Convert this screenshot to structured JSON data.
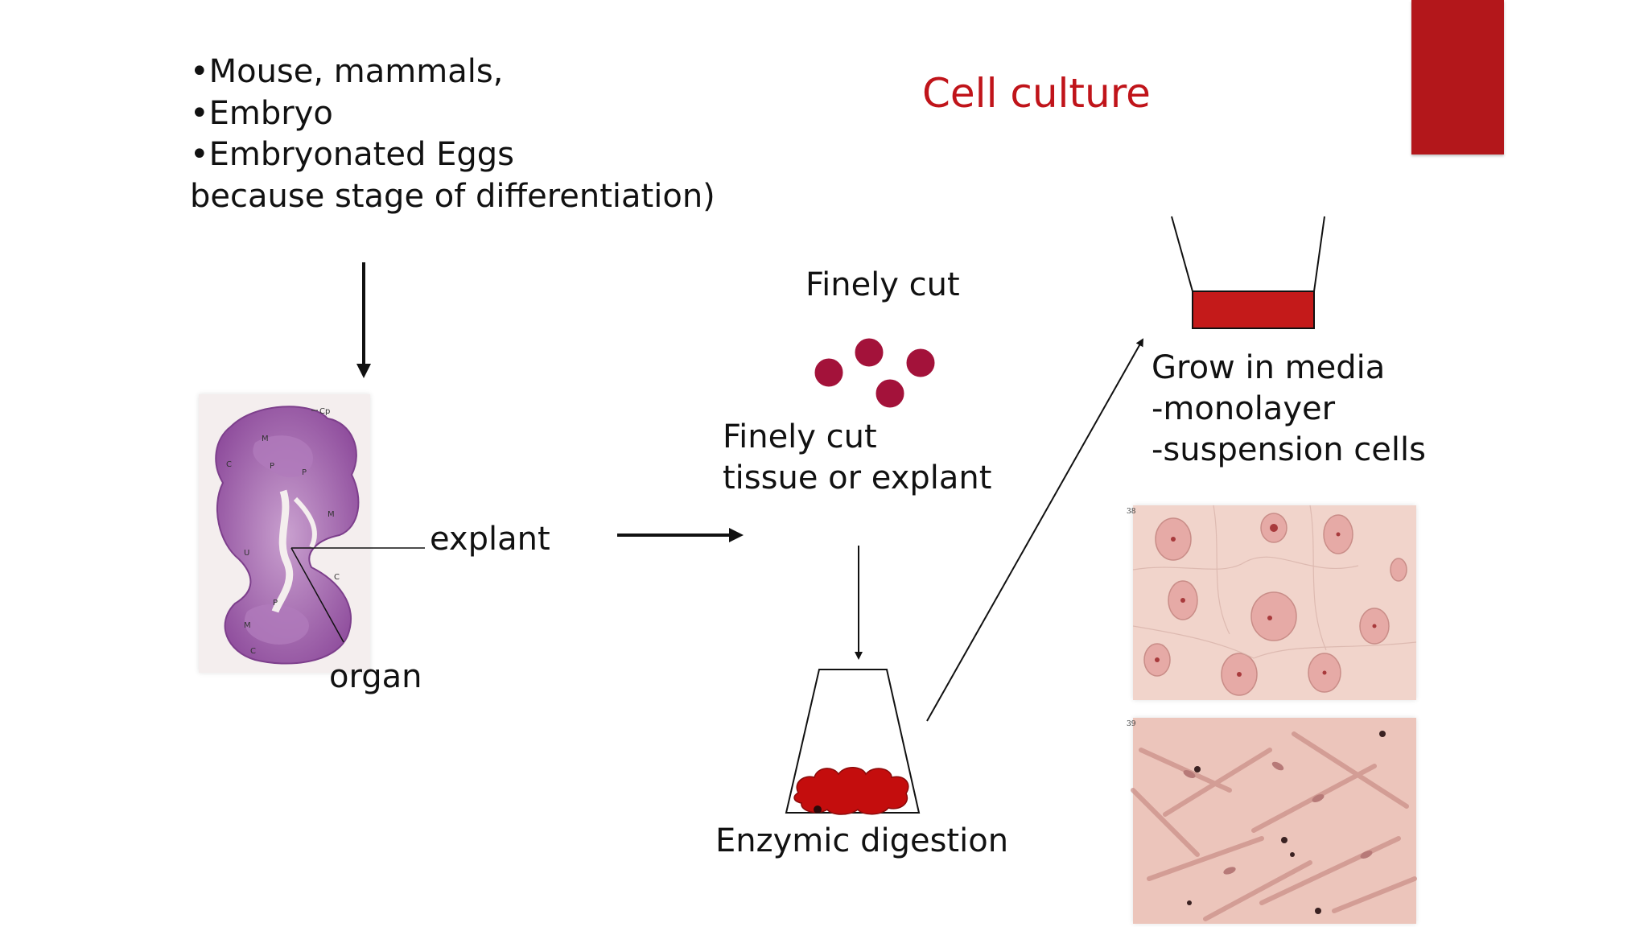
{
  "slide": {
    "title": "Cell culture",
    "title_color": "#c0141a",
    "accent_color": "#b3171b",
    "source_list": [
      "•Mouse, mammals,",
      "•Embryo",
      "•Embryonated Eggs",
      "because stage of differentiation)"
    ]
  },
  "labels": {
    "explant": "explant",
    "organ": "organ",
    "finely_cut": "Finely cut",
    "finely_cut_tissue": [
      "Finely cut",
      "tissue or explant"
    ],
    "enzymic_digestion": "Enzymic digestion",
    "grow_in_media": [
      "Grow in media",
      "-monolayer",
      "-suspension cells"
    ]
  },
  "micrographs": {
    "organ_letters": [
      "Cp",
      "M",
      "C",
      "P",
      "P",
      "M",
      "U",
      "C",
      "P",
      "M",
      "C"
    ],
    "panel_numbers": [
      "38",
      "39"
    ]
  },
  "colors": {
    "tissue_pieces": "#a3123a",
    "digest_tissue": "#c40d0d",
    "culture_medium": "#c41a1a",
    "organ_stain": "#9a5aa6"
  }
}
